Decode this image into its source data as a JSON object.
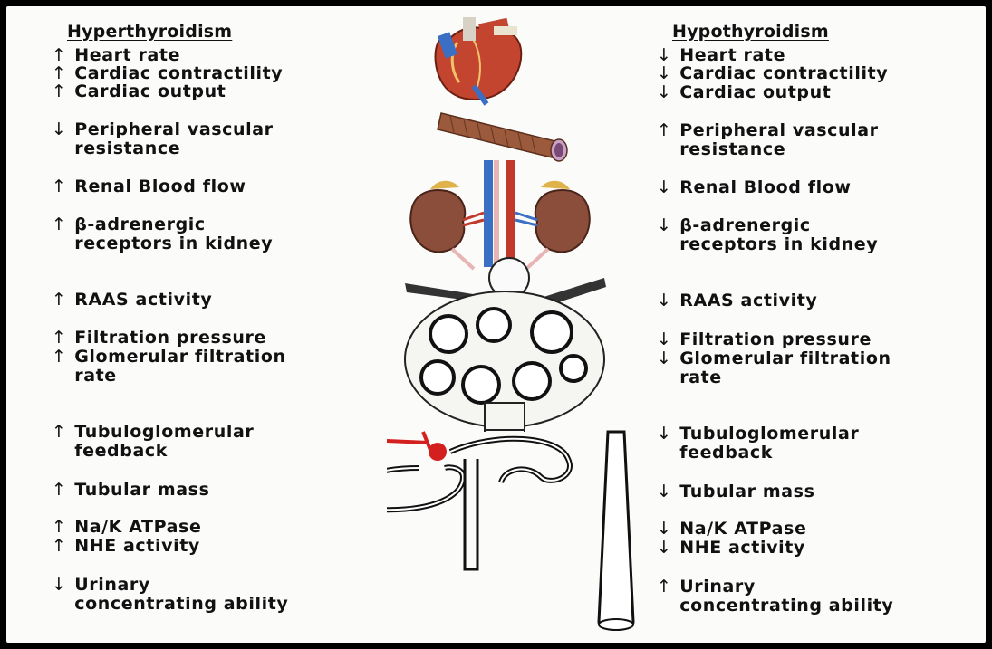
{
  "left": {
    "heading": "Hyperthyroidism",
    "items": [
      {
        "arrow": "↑",
        "text": "Heart rate"
      },
      {
        "arrow": "↑",
        "text": "Cardiac contractility"
      },
      {
        "arrow": "↑",
        "text": "Cardiac output"
      },
      {
        "arrow": "↓",
        "text": "Peripheral vascular\nresistance"
      },
      {
        "arrow": "↑",
        "text": "Renal Blood flow"
      },
      {
        "arrow": "↑",
        "text": "β-adrenergic\nreceptors in kidney"
      },
      {
        "arrow": "↑",
        "text": "RAAS activity"
      },
      {
        "arrow": "↑",
        "text": "Filtration pressure"
      },
      {
        "arrow": "↑",
        "text": "Glomerular filtration\nrate"
      },
      {
        "arrow": "↑",
        "text": "Tubuloglomerular\nfeedback"
      },
      {
        "arrow": "↑",
        "text": "Tubular mass"
      },
      {
        "arrow": "↑",
        "text": "Na/K ATPase"
      },
      {
        "arrow": "↑",
        "text": "NHE activity"
      },
      {
        "arrow": "↓",
        "text": "Urinary\nconcentrating ability"
      }
    ]
  },
  "right": {
    "heading": "Hypothyroidism",
    "items": [
      {
        "arrow": "↓",
        "text": "Heart rate"
      },
      {
        "arrow": "↓",
        "text": "Cardiac contractility"
      },
      {
        "arrow": "↓",
        "text": "Cardiac output"
      },
      {
        "arrow": "↑",
        "text": "Peripheral vascular\nresistance"
      },
      {
        "arrow": "↓",
        "text": "Renal Blood flow"
      },
      {
        "arrow": "↓",
        "text": "β-adrenergic\nreceptors in kidney"
      },
      {
        "arrow": "↓",
        "text": "RAAS activity"
      },
      {
        "arrow": "↓",
        "text": "Filtration pressure"
      },
      {
        "arrow": "↓",
        "text": "Glomerular filtration\nrate"
      },
      {
        "arrow": "↓",
        "text": "Tubuloglomerular\nfeedback"
      },
      {
        "arrow": "↓",
        "text": "Tubular mass"
      },
      {
        "arrow": "↓",
        "text": "Na/K ATPase"
      },
      {
        "arrow": "↓",
        "text": "NHE activity"
      },
      {
        "arrow": "↑",
        "text": "Urinary\nconcentrating ability"
      }
    ]
  },
  "icons": {
    "heart": "heart-icon",
    "blood_vessel": "blood-vessel-icon",
    "kidneys": "kidneys-icon",
    "glomerulus": "glomerulus-icon",
    "nephron": "nephron-icon"
  },
  "colors": {
    "panel_background": "#fbfbfa",
    "frame": "#000000",
    "text": "#111111",
    "artery_red": "#c0392b",
    "vein_blue": "#3a6fc4",
    "kidney_brown": "#8a4e3a",
    "vessel_brown": "#9b5a3c"
  }
}
